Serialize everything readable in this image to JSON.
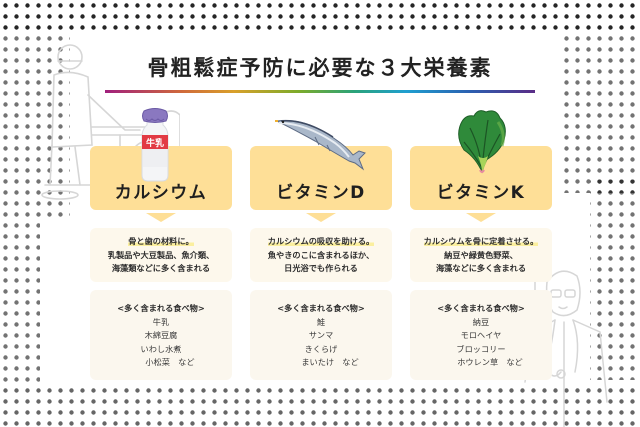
{
  "title": "骨粗鬆症予防に必要な３大栄養素",
  "colors": {
    "header_box": "#fedf97",
    "desc_box": "#fdf8ec",
    "food_box": "#fbf7ee",
    "highlight": "#fbef9e",
    "dots_top": "#f4b8cf",
    "dots_bottom": "#a9d6e8"
  },
  "columns": [
    {
      "icon": "milk-bottle-icon",
      "label": "カルシウム",
      "desc_highlight": "骨と歯の材料に。",
      "desc_lines": [
        "乳製品や大豆製品、魚介類、",
        "海藻類などに多く含まれる"
      ],
      "foods_heading": "<多く含まれる食べ物>",
      "foods": [
        "牛乳",
        "木綿豆腐",
        "いわし水煮",
        "小松菜　など"
      ],
      "bottle_label": "牛乳"
    },
    {
      "icon": "saury-fish-icon",
      "label": "ビタミンD",
      "desc_highlight": "カルシウムの吸収を助ける。",
      "desc_lines": [
        "魚やきのこに含まれるほか、",
        "日光浴でも作られる"
      ],
      "foods_heading": "<多く含まれる食べ物>",
      "foods": [
        "鮭",
        "サンマ",
        "きくらげ",
        "まいたけ　など"
      ]
    },
    {
      "icon": "spinach-icon",
      "label": "ビタミンK",
      "desc_highlight": "カルシウムを骨に定着させる。",
      "desc_lines": [
        "納豆や緑黄色野菜、",
        "海藻などに多く含まれる"
      ],
      "foods_heading": "<多く含まれる食べ物>",
      "foods": [
        "納豆",
        "モロヘイヤ",
        "ブロッコリー",
        "ホウレン草　など"
      ]
    }
  ]
}
